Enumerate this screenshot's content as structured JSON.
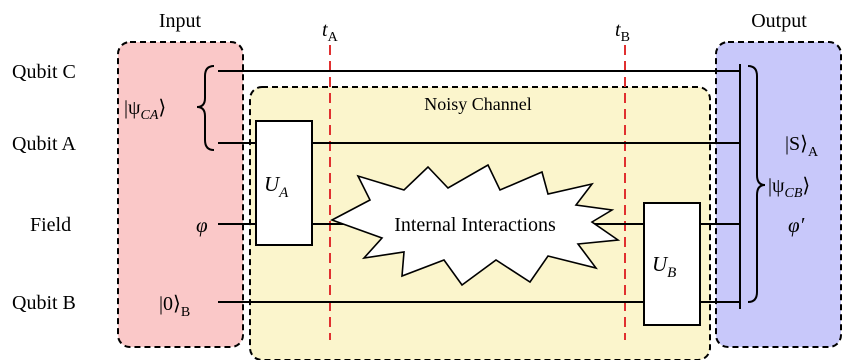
{
  "regions": {
    "input": {
      "title": "Input",
      "color": "#fac8c8"
    },
    "output": {
      "title": "Output",
      "color": "#c8c8fa"
    },
    "channel": {
      "title": "Noisy Channel",
      "color": "#fbf5cc"
    }
  },
  "time_markers": [
    {
      "base": "t",
      "sub": "A"
    },
    {
      "base": "t",
      "sub": "B"
    }
  ],
  "wires": [
    {
      "name": "Qubit C",
      "input_state": ""
    },
    {
      "name": "Qubit A",
      "input_state": ""
    },
    {
      "name": "Field",
      "input_state": "φ"
    },
    {
      "name": "Qubit B",
      "input_state": "|0⟩",
      "input_state_sub": "B"
    }
  ],
  "input_entangled": {
    "open": "|ψ",
    "sub": "CA",
    "close": "⟩"
  },
  "gates": [
    {
      "base": "U",
      "sub": "A"
    },
    {
      "base": "U",
      "sub": "B"
    }
  ],
  "interaction_label": "Internal Interactions",
  "outputs": {
    "qubit_a": {
      "main": "|S⟩",
      "sub": "A"
    },
    "entangled": {
      "open": "|ψ",
      "sub": "CB",
      "close": "⟩"
    },
    "field": "φ′"
  },
  "colors": {
    "marker_line": "#e03030",
    "wire": "#000000",
    "gate_fill": "#ffffff"
  }
}
